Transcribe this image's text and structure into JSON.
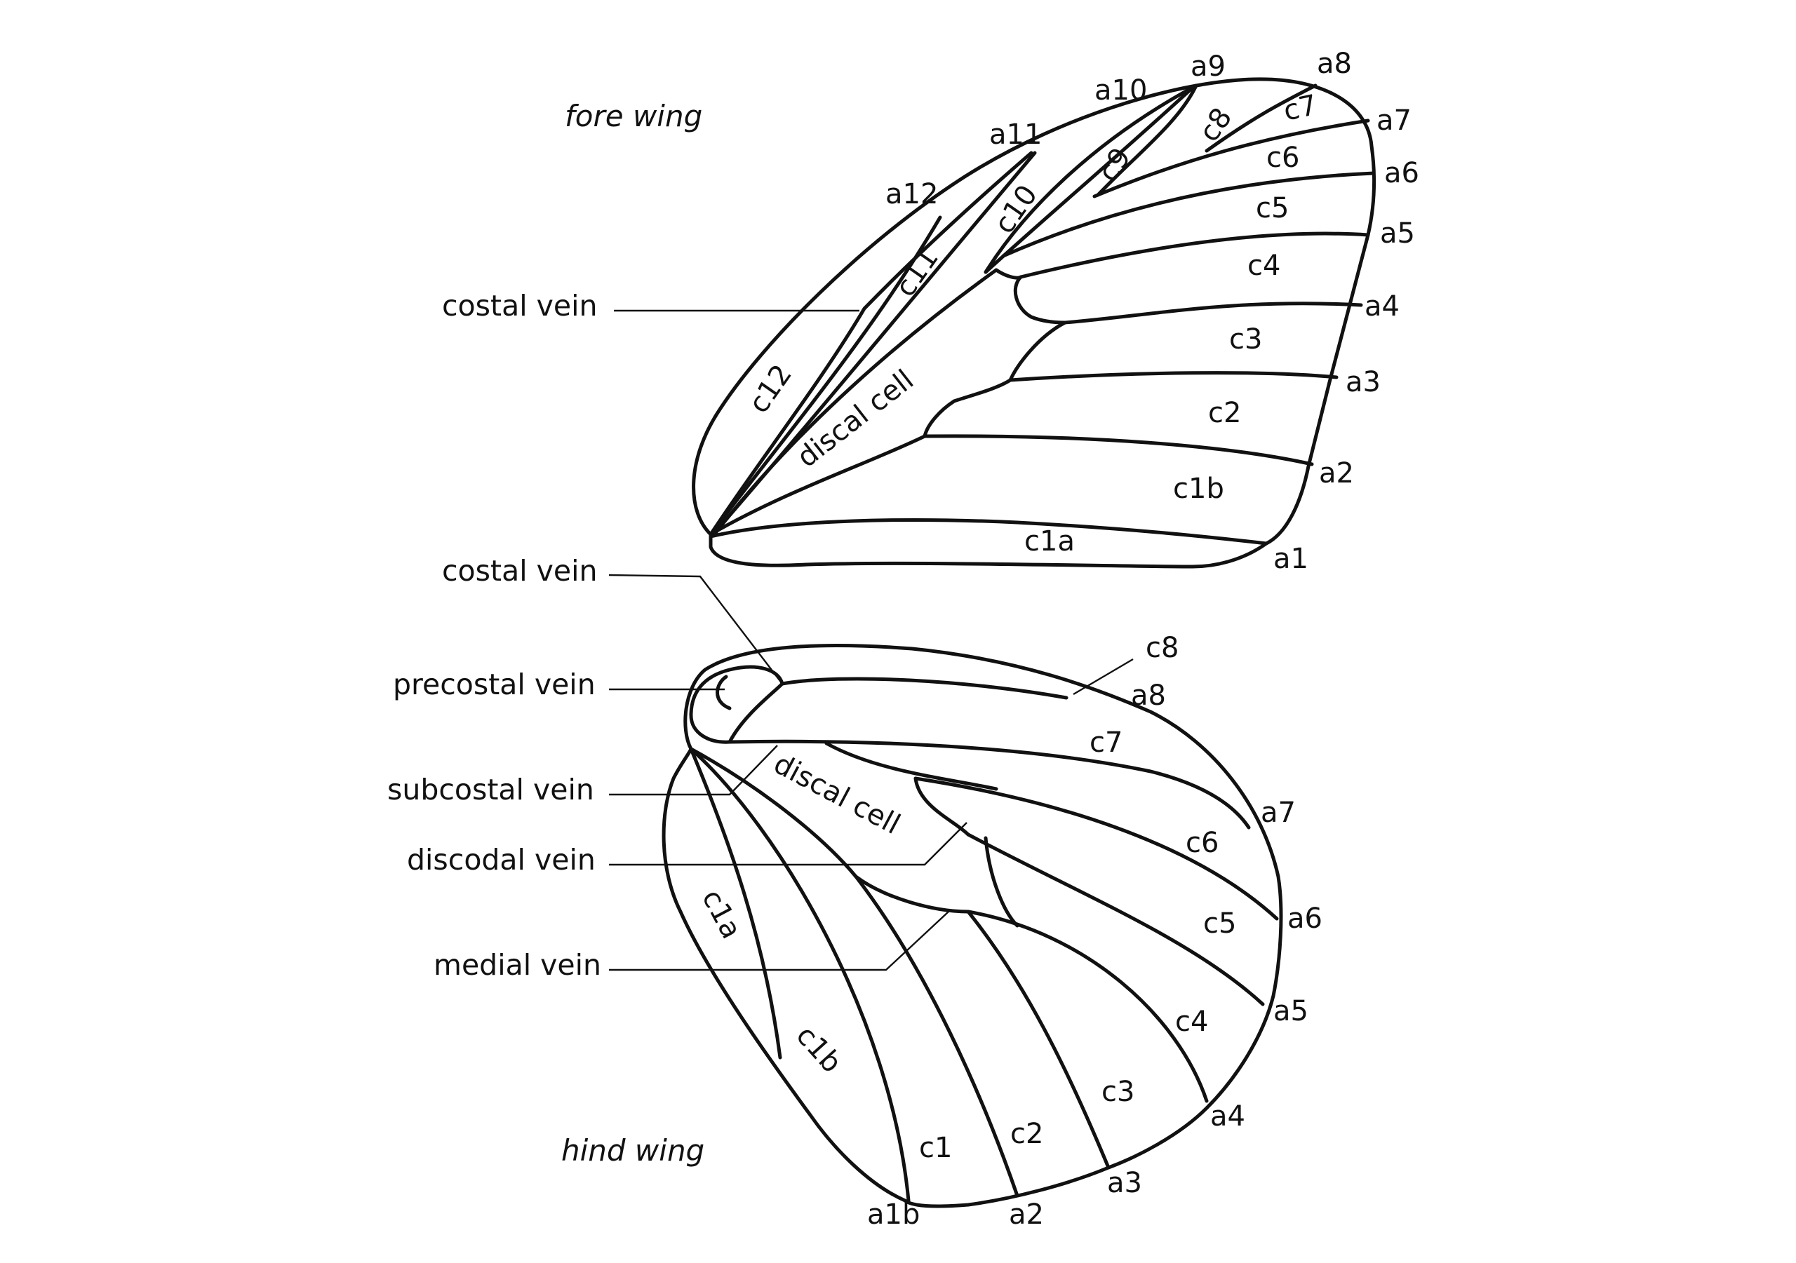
{
  "fore_wing": {
    "title": "fore wing",
    "callout_costal_vein": "costal vein",
    "cells": {
      "c12": "c12",
      "c11": "c11",
      "c10": "c10",
      "c9": "c9",
      "c8": "c8",
      "c7": "c7",
      "c6": "c6",
      "c5": "c5",
      "c4": "c4",
      "c3": "c3",
      "c2": "c2",
      "c1b": "c1b",
      "c1a": "c1a",
      "discal_cell": "discal cell"
    },
    "ends": {
      "a1": "a1",
      "a2": "a2",
      "a3": "a3",
      "a4": "a4",
      "a5": "a5",
      "a6": "a6",
      "a7": "a7",
      "a8": "a8",
      "a9": "a9",
      "a10": "a10",
      "a11": "a11",
      "a12": "a12"
    }
  },
  "hind_wing": {
    "title": "hind wing",
    "callouts": {
      "costal_vein": "costal vein",
      "precostal_vein": "precostal vein",
      "subcostal_vein": "subcostal vein",
      "discodal_vein": "discodal vein",
      "medial_vein": "medial vein"
    },
    "cells": {
      "c8": "c8",
      "c7": "c7",
      "c6": "c6",
      "c5": "c5",
      "c4": "c4",
      "c3": "c3",
      "c2": "c2",
      "c1": "c1",
      "c1a": "c1a",
      "c1b": "c1b",
      "discal_cell": "discal cell"
    },
    "ends": {
      "a8": "a8",
      "a7": "a7",
      "a6": "a6",
      "a5": "a5",
      "a4": "a4",
      "a3": "a3",
      "a2": "a2",
      "a1b": "a1b"
    }
  },
  "colors": {
    "line": "#111111",
    "background": "#ffffff"
  }
}
